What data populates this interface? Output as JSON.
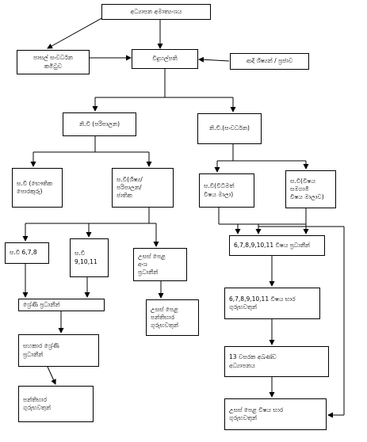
{
  "nodes": {
    "ministry": "අධ්‍යාපන අමාත්‍යංශය",
    "school_dev_committee": "පාසල් සංවර්ධන\nකමිටුව",
    "principal": "විදුහල්පති",
    "old_students_community": "ආදි ශිෂ්‍යන් / ප්‍රජාව",
    "dp_admin": "නි.වි (පරිපාලන)",
    "dp_development": "නි.වි.(සංවර්ධන)",
    "ap_physical": "ස.වි (භෞතික\nපොරකුරු)",
    "ap_student_admin": "ස.වි(ශිෂ්‍ය/\nපරිපාලන/\nජාතික",
    "ap_subject_streams": "ස.වි(විධිමත්\nවිෂය මාලා)",
    "ap_co_subjects": "ස.වි(විෂය\nසමගාමී\nවිෂය මාලාව)",
    "ap_678": "ස.වි 6,7,8",
    "ap_91011": "ස.වි\n9,10,11",
    "al_section_heads": "උසස් පෙළ\nඅංශ\nප්‍රධානීන්",
    "grade_heads": "ශ්‍රේණි ප්‍රධානීන්",
    "al_class_teachers": "උසස් පෙළ\nපන්තිභාර\nගුරුභවතුන්",
    "assistant_grade_heads": "සහකාර ශ්‍රේණි\nප්‍රධානීන්",
    "class_teachers": "පන්තිභාර\nගුරුභවතුන්",
    "subject_heads_6_11": "6,7,8,9,10,11 විෂය ප්‍රධානීන්",
    "subject_teachers_6_11": "6,7,8,9,10,11 විෂය භාර\nගුරුභවතුන්",
    "thirteen_year_edu": "13 වසරක අඛණ්ඩ\nඅධ්‍යාපනය",
    "al_subject_teachers": "උසස් පෙළ විෂය භාර\nගුරුභවතුන්"
  }
}
